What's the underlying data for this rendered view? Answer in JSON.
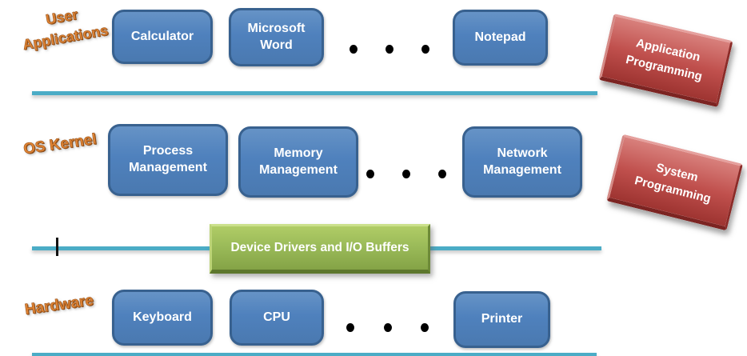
{
  "diagram": {
    "layers": [
      {
        "label": "User\nApplications",
        "boxes": [
          "Calculator",
          "Microsoft Word",
          "Notepad"
        ]
      },
      {
        "label": "OS Kernel",
        "boxes": [
          "Process Management",
          "Memory Management",
          "Network Management"
        ]
      },
      {
        "label": "Hardware",
        "boxes": [
          "Keyboard",
          "CPU",
          "Printer"
        ]
      }
    ],
    "side_tags": [
      "Application Programming",
      "System Programming"
    ],
    "middleware_bar": "Device Drivers and I/O Buffers",
    "colors": {
      "box_blue": "#4f81bd",
      "box_blue_border": "#38618f",
      "divider_teal": "#4bacc6",
      "label_orange": "#e08434",
      "tag_red": "#c0504d",
      "bar_green": "#9bbb59"
    }
  }
}
